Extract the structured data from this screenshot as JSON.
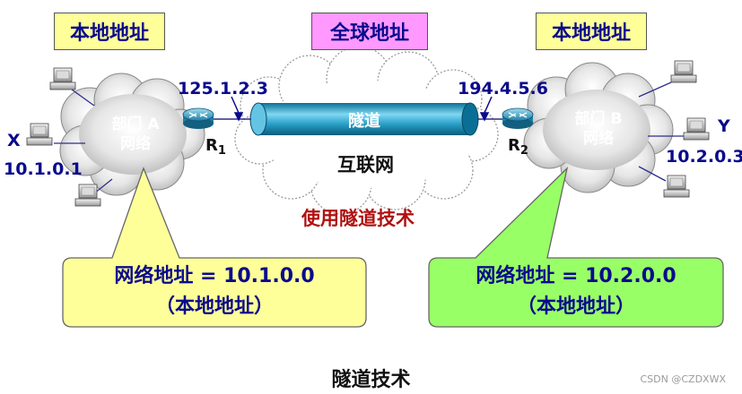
{
  "headers": {
    "left": "本地地址",
    "center": "全球地址",
    "right": "本地地址"
  },
  "network_a": {
    "line1": "部门 A",
    "line2": "网络"
  },
  "network_b": {
    "line1": "部门 B",
    "line2": "网络"
  },
  "internet": "互联网",
  "tunnel": "隧道",
  "technique": "使用隧道技术",
  "router_left": {
    "name": "R",
    "sub": "1",
    "ip": "125.1.2.3"
  },
  "router_right": {
    "name": "R",
    "sub": "2",
    "ip": "194.4.5.6"
  },
  "host_x": {
    "name": "X",
    "ip": "10.1.0.1"
  },
  "host_y": {
    "name": "Y",
    "ip": "10.2.0.3"
  },
  "callout_left": {
    "line1": "网络地址 = 10.1.0.0",
    "line2": "（本地地址）"
  },
  "callout_right": {
    "line1": "网络地址 = 10.2.0.0",
    "line2": "（本地地址）"
  },
  "caption": "隧道技术",
  "watermark": "CSDN @CZDXWX",
  "colors": {
    "text_blue": "#0a0a8c",
    "yellow": "#ffff99",
    "pink": "#ff99ff",
    "green": "#99ff66",
    "red_text": "#b01010",
    "tunnel": "#2aa0c8"
  }
}
